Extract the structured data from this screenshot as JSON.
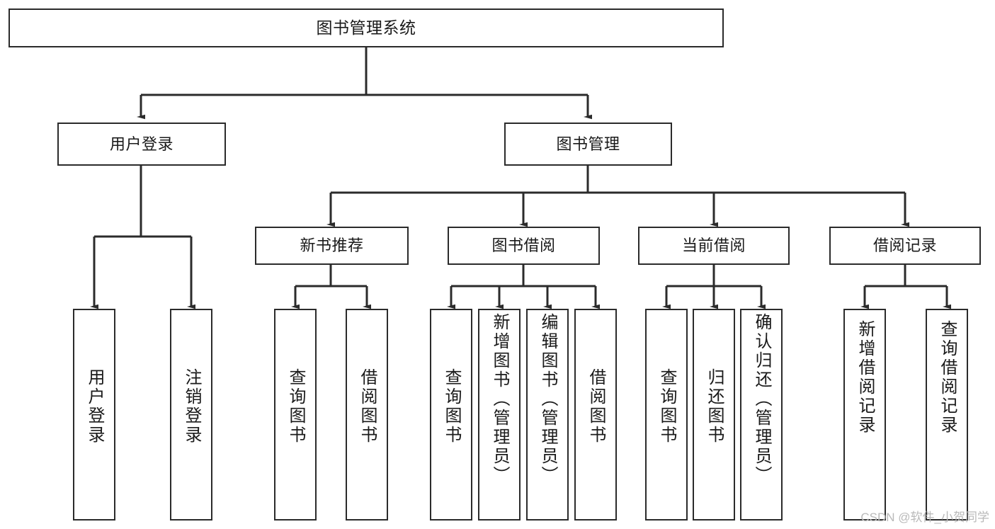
{
  "diagram": {
    "title": "图书管理系统",
    "type": "hierarchy-tree",
    "stroke_color": "#2b2b2b",
    "fill_color": "#ffffff",
    "text_color": "#1a1a1a",
    "levels": {
      "root": {
        "label": "图书管理系统"
      },
      "level2": [
        {
          "label": "用户登录"
        },
        {
          "label": "图书管理"
        }
      ],
      "level3": [
        {
          "label": "新书推荐"
        },
        {
          "label": "图书借阅"
        },
        {
          "label": "当前借阅"
        },
        {
          "label": "借阅记录"
        }
      ],
      "leaves": [
        {
          "label": "用户登录",
          "parent": "用户登录"
        },
        {
          "label": "注销登录",
          "parent": "用户登录"
        },
        {
          "label": "查询图书",
          "parent": "新书推荐"
        },
        {
          "label": "借阅图书",
          "parent": "新书推荐"
        },
        {
          "label": "查询图书",
          "parent": "图书借阅"
        },
        {
          "label": "新增图书（管理员）",
          "parent": "图书借阅"
        },
        {
          "label": "编辑图书（管理员）",
          "parent": "图书借阅"
        },
        {
          "label": "借阅图书",
          "parent": "图书借阅"
        },
        {
          "label": "查询图书",
          "parent": "当前借阅"
        },
        {
          "label": "归还图书",
          "parent": "当前借阅"
        },
        {
          "label": "确认归还（管理员）",
          "parent": "当前借阅"
        },
        {
          "label": "新增借阅记录",
          "parent": "借阅记录"
        },
        {
          "label": "查询借阅记录",
          "parent": "借阅记录"
        }
      ]
    },
    "watermark": "CSDN @软件_小贺同学"
  }
}
